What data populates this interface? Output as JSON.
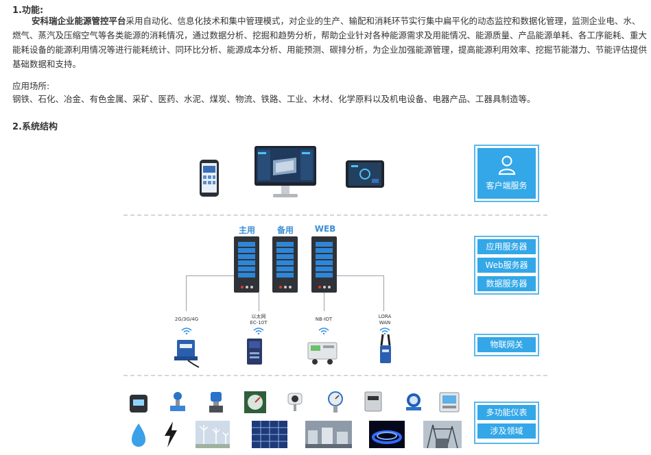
{
  "section1": {
    "heading": "1.功能:",
    "product_name": "安科瑞企业能源管控平台",
    "description": "采用自动化、信息化技术和集中管理模式，对企业的生产、输配和消耗环节实行集中扁平化的动态监控和数据化管理，监测企业电、水、燃气、蒸汽及压缩空气等各类能源的消耗情况，通过数据分析、挖掘和趋势分析，帮助企业针对各种能源需求及用能情况、能源质量、产品能源单耗、各工序能耗、重大能耗设备的能源利用情况等进行能耗统计、同环比分析、能源成本分析、用能预测、碳排分析，为企业加强能源管理，提高能源利用效率、挖掘节能潜力、节能评估提供基础数据和支持。",
    "applications_label": "应用场所:",
    "applications": "钢铁、石化、冶金、有色金属、采矿、医药、水泥、煤炭、物流、铁路、工业、木材、化学原料以及机电设备、电器产品、工器具制造等。"
  },
  "section2": {
    "heading": "2.系统结构"
  },
  "diagram": {
    "client_service": "客户端服务",
    "servers": {
      "labels": [
        "主用",
        "备用",
        "WEB"
      ],
      "categories": [
        "应用服务器",
        "Web服务器",
        "数据服务器"
      ]
    },
    "gateways": {
      "labels": [
        "2G/3G/4G",
        "以太网\nEC-10T",
        "NB-IOT",
        "LORA\nWAN"
      ],
      "category": "物联网关"
    },
    "meters": {
      "category_top": "多功能仪表",
      "category_bottom": "涉及领域"
    },
    "colors": {
      "accent": "#33a7e8",
      "accent_border": "#58b8ec",
      "server_body": "#2f3338",
      "server_bay": "#2e86d9"
    },
    "icons": [
      "user-icon",
      "wifi-icon",
      "water-drop-icon",
      "lightning-icon"
    ]
  }
}
